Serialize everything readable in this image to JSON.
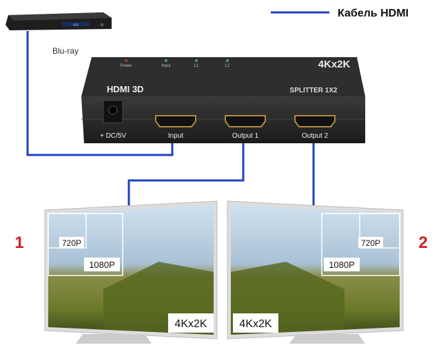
{
  "legend": {
    "label": "Кабель HDMI",
    "cable_color": "#1f3fbf"
  },
  "source": {
    "label": "Blu-ray",
    "display": "558"
  },
  "splitter": {
    "leds": [
      "Power",
      "Input",
      "L1",
      "L2"
    ],
    "resolution": "4Kx2K",
    "brand": "HDMI 3D",
    "model": "SPLITTER 1X2",
    "ports": {
      "power": "+ DC/5V",
      "input": "Input",
      "output1": "Output 1",
      "output2": "Output 2"
    }
  },
  "displays": [
    {
      "number": "1",
      "labels": [
        "720P",
        "1080P",
        "4Kx2K"
      ]
    },
    {
      "number": "2",
      "labels": [
        "720P",
        "1080P",
        "4Kx2K"
      ]
    }
  ],
  "number_color": "#d42020"
}
